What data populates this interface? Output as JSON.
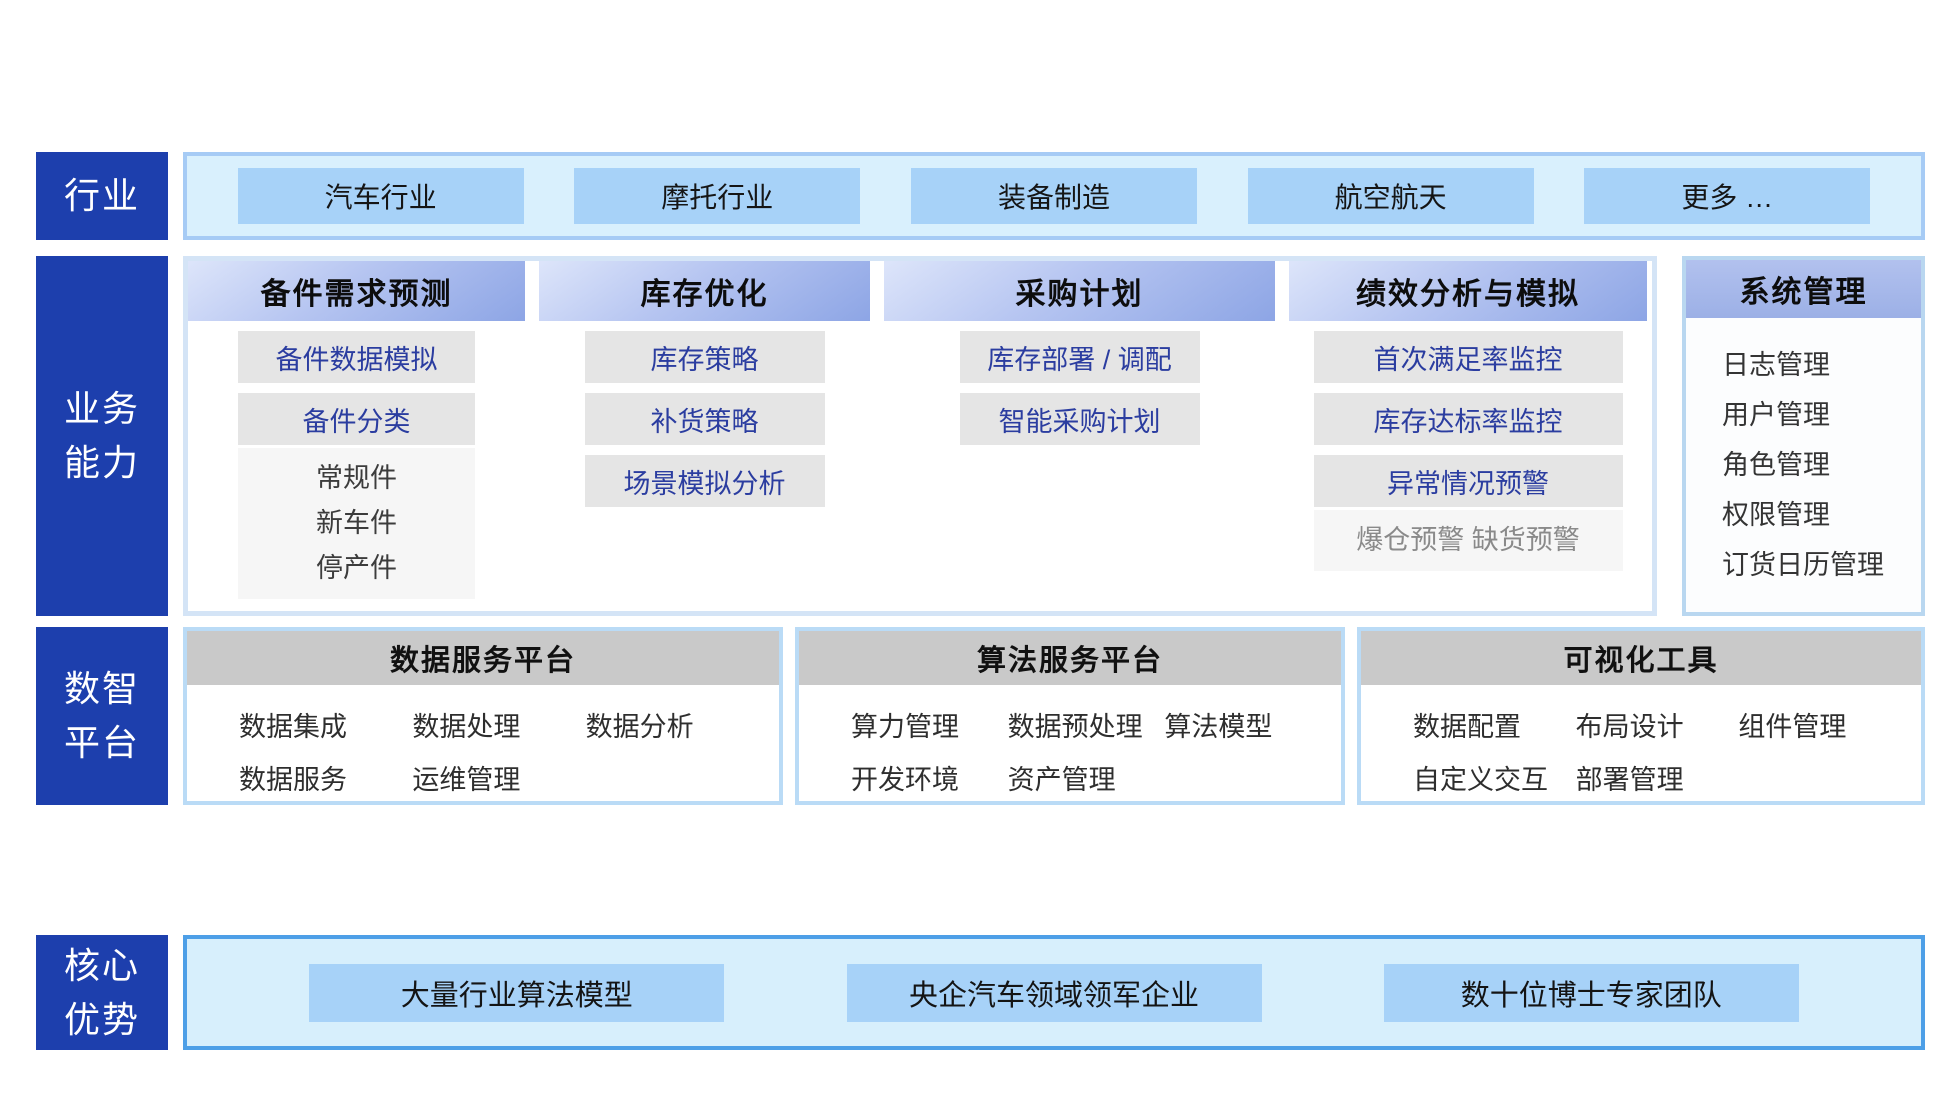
{
  "colors": {
    "rail_blue": "#1d3fad",
    "band_light_blue_bg": "#d9f0fd",
    "band_border_light": "#a6cbf5",
    "pill_blue": "#a7d2f8",
    "capability_header_gradient_start": "#dde5fa",
    "capability_header_gradient_end": "#8da5e5",
    "chip_gray_bg": "#e5e5e5",
    "chip_blue_text": "#2b3da0",
    "sublist_bg": "#f6f6f6",
    "muted_text": "#8a8a8a",
    "platform_header_gray": "#c9c9c9",
    "platform_border": "#badbf6",
    "advantage_border_blue": "#4d9fe7"
  },
  "rails": {
    "industry": "行业",
    "business": "业务\n能力",
    "platform": "数智\n平台",
    "advantage": "核心\n优势"
  },
  "industry_row": {
    "items": [
      "汽车行业",
      "摩托行业",
      "装备制造",
      "航空航天",
      "更多 …"
    ]
  },
  "business_row": {
    "columns": [
      {
        "header": "备件需求预测",
        "items": [
          "备件数据模拟",
          "备件分类"
        ],
        "subitems": [
          "常规件",
          "新车件",
          "停产件"
        ],
        "sub_style": "normal"
      },
      {
        "header": "库存优化",
        "items": [
          "库存策略",
          "补货策略",
          "场景模拟分析"
        ],
        "subitems": [],
        "sub_style": "normal"
      },
      {
        "header": "采购计划",
        "items": [
          "库存部署 / 调配",
          "智能采购计划"
        ],
        "subitems": [],
        "sub_style": "normal"
      },
      {
        "header": "绩效分析与模拟",
        "items": [
          "首次满足率监控",
          "库存达标率监控",
          "异常情况预警"
        ],
        "subitems": [
          "爆仓预警 缺货预警"
        ],
        "sub_style": "muted"
      }
    ],
    "system": {
      "header": "系统管理",
      "items": [
        "日志管理",
        "用户管理",
        "角色管理",
        "权限管理",
        "订货日历管理"
      ]
    }
  },
  "platform_row": {
    "groups": [
      {
        "header": "数据服务平台",
        "items": [
          "数据集成",
          "数据处理",
          "数据分析",
          "数据服务",
          "运维管理"
        ]
      },
      {
        "header": "算法服务平台",
        "items": [
          "算力管理",
          "数据预处理",
          "算法模型",
          "开发环境",
          "资产管理"
        ]
      },
      {
        "header": "可视化工具",
        "items": [
          "数据配置",
          "布局设计",
          "组件管理",
          "自定义交互",
          "部署管理"
        ]
      }
    ]
  },
  "advantage_row": {
    "items": [
      "大量行业算法模型",
      "央企汽车领域领军企业",
      "数十位博士专家团队"
    ]
  }
}
